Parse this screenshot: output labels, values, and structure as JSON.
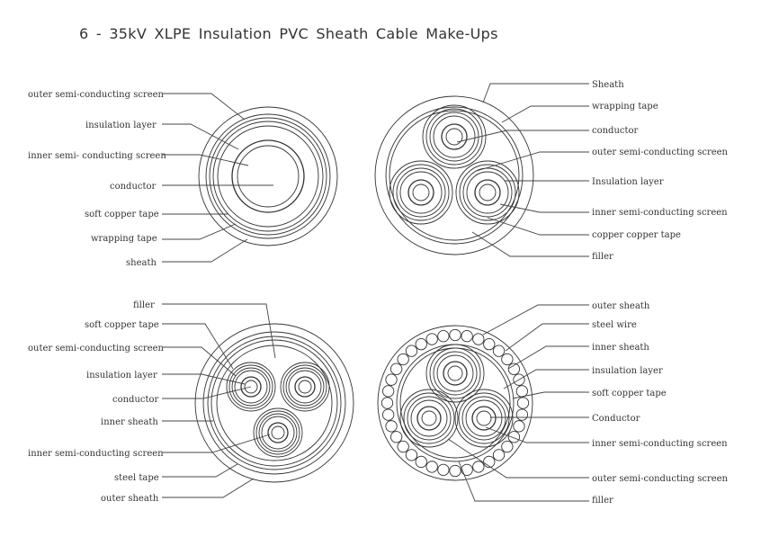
{
  "title": "6 - 35kV  XLPE  Insulation   PVC Sheath   Cable  Make-Ups",
  "diagrams": {
    "single_core": {
      "labels": {
        "outer_semi": "outer semi-conducting screen",
        "insulation": "insulation layer",
        "inner_semi": "inner semi- conducting screen",
        "conductor": "conductor",
        "copper_tape": "soft copper  tape",
        "wrapping_tape": "wrapping tape",
        "sheath": "sheath"
      }
    },
    "three_core": {
      "labels": {
        "sheath": "Sheath",
        "wrapping_tape": "wrapping tape",
        "conductor": "conductor",
        "outer_semi": "outer semi-conducting  screen",
        "insulation": "Insulation  layer",
        "inner_semi": "inner semi-conducting screen",
        "copper_tape": "copper  copper  tape",
        "filler": "filler"
      }
    },
    "steel_tape": {
      "labels": {
        "filler": "filler",
        "copper_tape": "soft  copper  tape",
        "outer_semi": "outer semi-conducting  screen",
        "insulation": "insulation  layer",
        "conductor": "conductor",
        "inner_sheath": "inner  sheath",
        "inner_semi": "inner  semi-conducting  screen",
        "steel_tape": "steel  tape",
        "outer_sheath": "outer  sheath"
      }
    },
    "steel_wire": {
      "labels": {
        "outer_sheath": "outer  sheath",
        "steel_wire": "steel  wire",
        "inner_sheath": "inner  sheath",
        "insulation": "insulation  layer",
        "copper_tape": "soft   copper tape",
        "conductor": "Conductor",
        "inner_semi": "inner semi-conducting screen",
        "outer_semi": "outer semi-conducting screen",
        "filler": "filler"
      }
    }
  }
}
